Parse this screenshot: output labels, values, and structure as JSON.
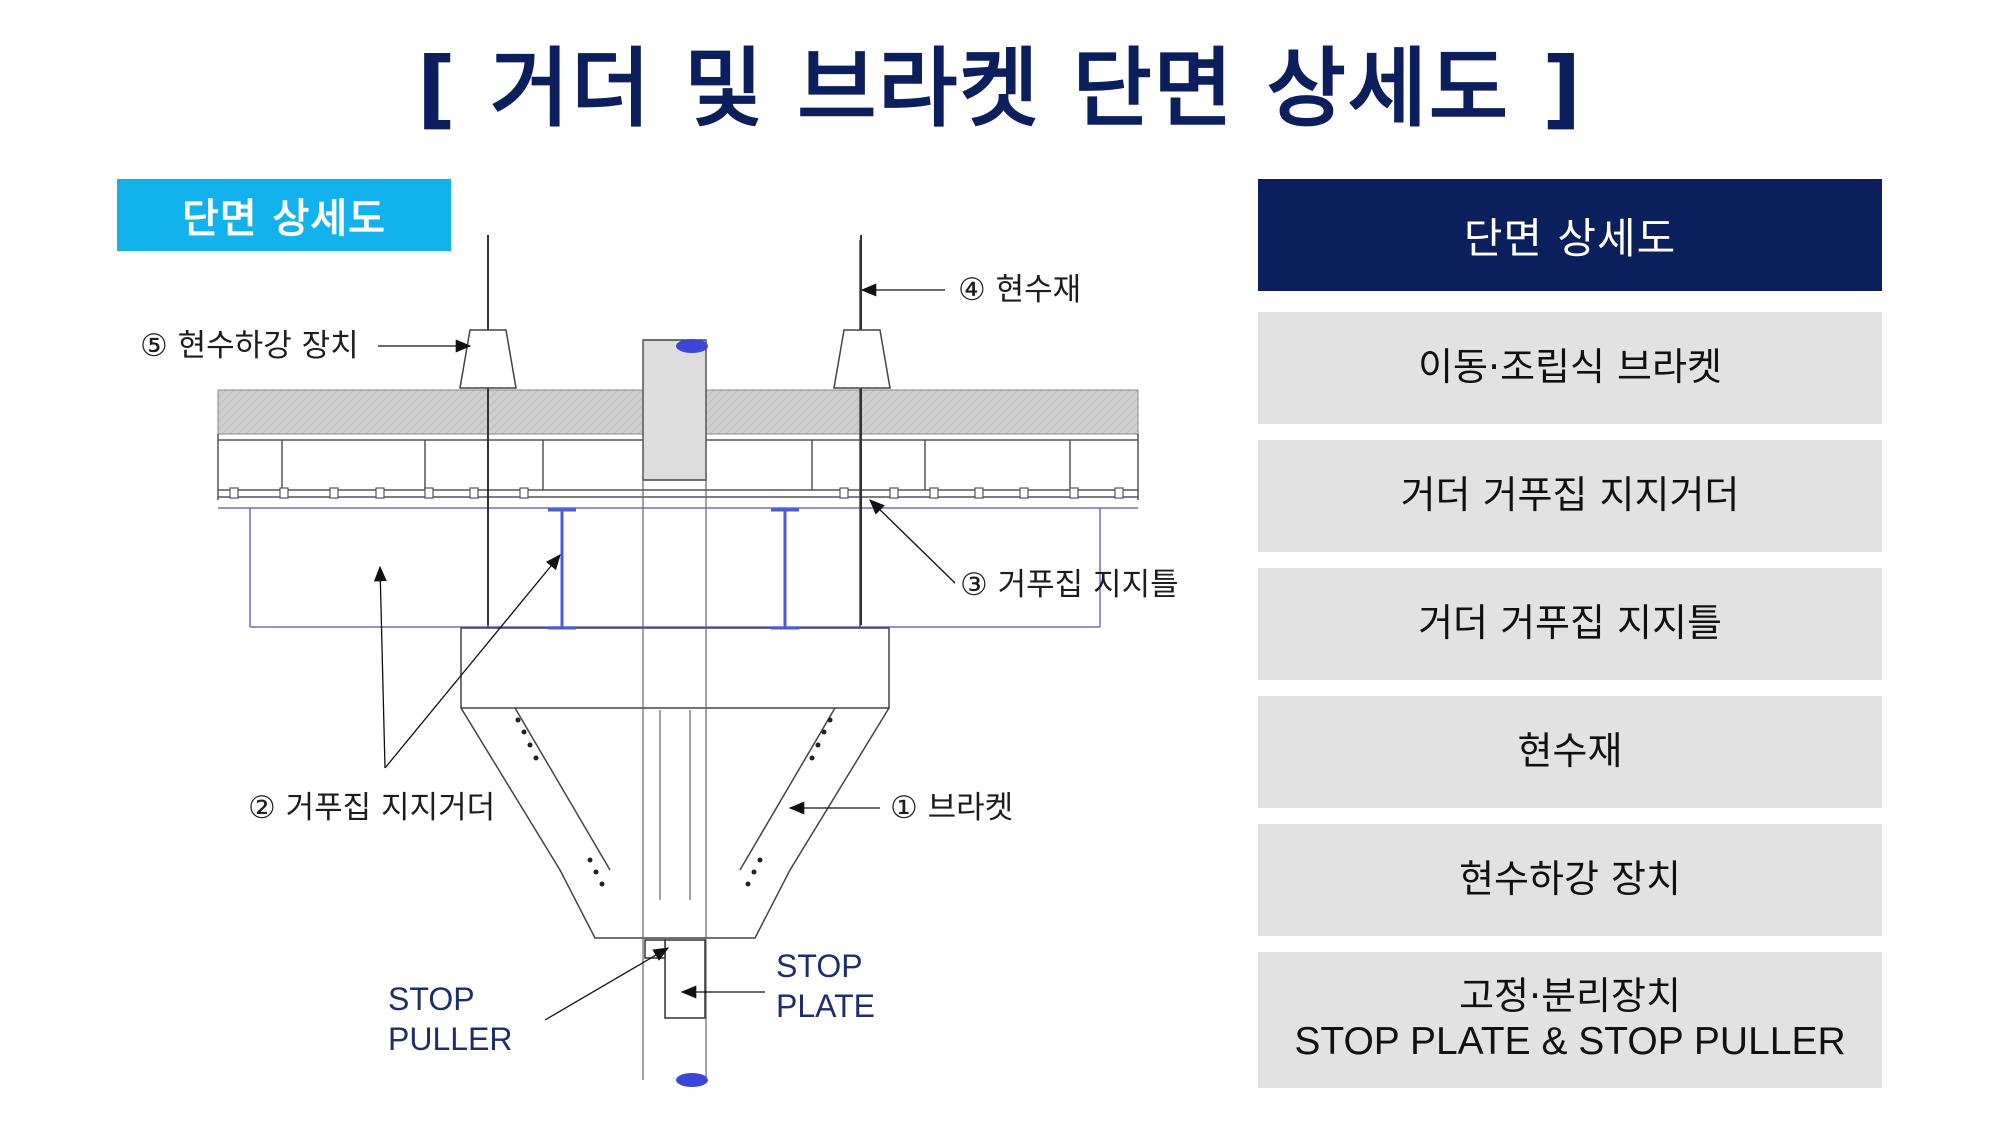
{
  "title": "[ 거더 및 브라켓 단면 상세도 ]",
  "section_tag": "단면 상세도",
  "diagram": {
    "labels": {
      "bracket": "① 브라켓",
      "formwork_girder": "② 거푸집 지지거더",
      "formwork_frame": "③ 거푸집 지지틀",
      "hanger": "④ 현수재",
      "hanger_lowering": "⑤ 현수하강 장치",
      "stop_puller_1": "STOP",
      "stop_puller_2": "PULLER",
      "stop_plate_1": "STOP",
      "stop_plate_2": "PLATE"
    }
  },
  "panel": {
    "header": "단면 상세도",
    "items": [
      {
        "line1": "이동·조립식 브라켓"
      },
      {
        "line1": "거더 거푸집 지지거더"
      },
      {
        "line1": "거더 거푸집 지지틀"
      },
      {
        "line1": "현수재"
      },
      {
        "line1": "현수하강 장치"
      },
      {
        "line1": "고정·분리장치",
        "line2": "STOP PLATE & STOP PULLER"
      }
    ]
  },
  "colors": {
    "title": "#0b1f5c",
    "tag": "#12b3ec",
    "panel_header": "#0b1f5c",
    "panel_item": "#e2e2e2"
  }
}
